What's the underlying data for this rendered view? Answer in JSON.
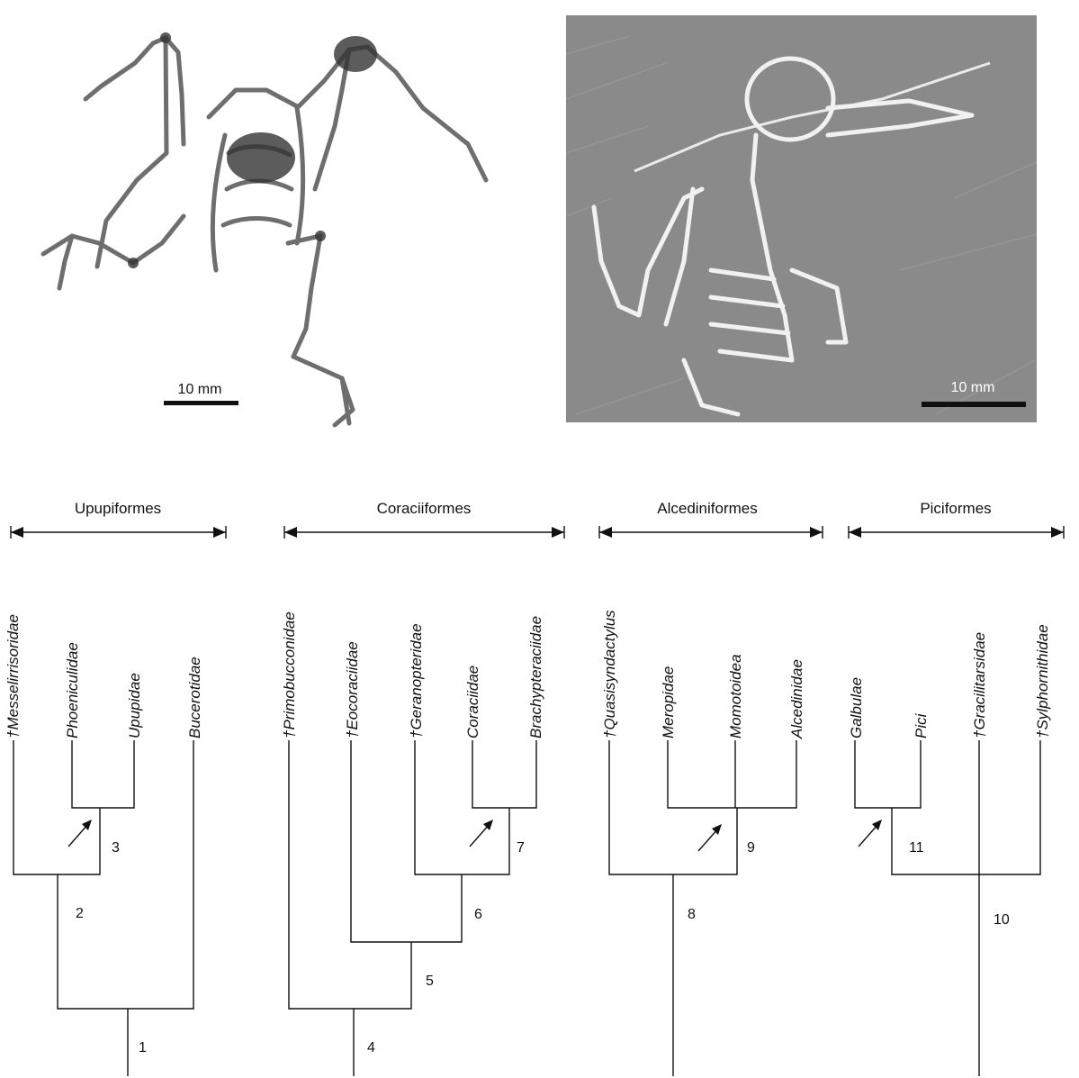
{
  "figure": {
    "photo_left": {
      "scale_label": "10 mm"
    },
    "photo_right": {
      "scale_label": "10 mm"
    }
  },
  "groups": [
    {
      "id": "upupiformes",
      "name": "Upupiformes",
      "taxa": [
        "†Messelirrisoridae",
        "Phoeniculidae",
        "Upupidae",
        "Bucerotidae"
      ],
      "nodes": [
        "1",
        "2",
        "3"
      ]
    },
    {
      "id": "coraciiformes",
      "name": "Coraciiformes",
      "taxa": [
        "†Primobucconidae",
        "†Eocoraciidae",
        "†Geranopteridae",
        "Coraciidae",
        "Brachypteraciidae"
      ],
      "nodes": [
        "4",
        "5",
        "6",
        "7"
      ]
    },
    {
      "id": "alcediniformes",
      "name": "Alcediniformes",
      "taxa": [
        "†Quasisyndactylus",
        "Meropidae",
        "Momotoidea",
        "Alcedinidae"
      ],
      "nodes": [
        "8",
        "9"
      ]
    },
    {
      "id": "piciformes",
      "name": "Piciformes",
      "taxa": [
        "Galbulae",
        "Pici",
        "†Gracilitarsidae",
        "†Sylphornithidae"
      ],
      "nodes": [
        "10",
        "11"
      ]
    }
  ]
}
